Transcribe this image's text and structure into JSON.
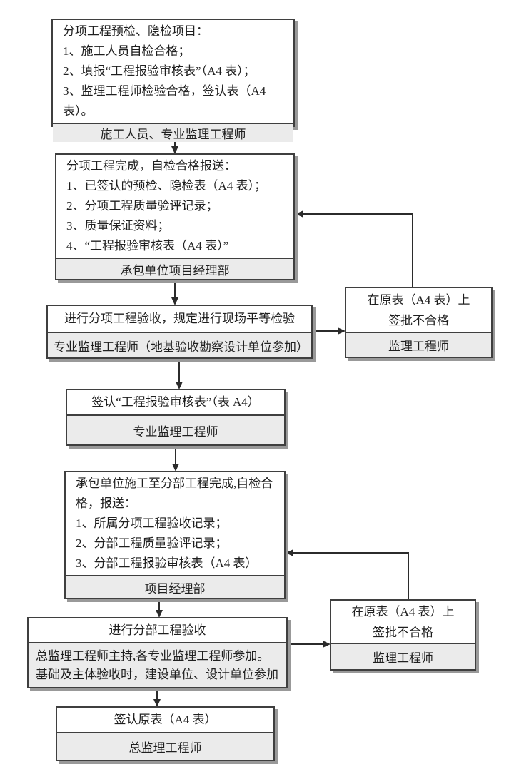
{
  "diagram": {
    "box1": {
      "lines": [
        "分项工程预检、隐检项目：",
        "1、施工人员自检合格；",
        "2、填报“工程报验审核表”（A4 表）；",
        "3、监理工程师检验合格，签认表（A4 表）。"
      ],
      "footer": "施工人员、专业监理工程师"
    },
    "box2": {
      "lines": [
        "分项工程完成，自检合格报送：",
        "1、已签认的预检、隐检表（A4 表）；",
        "2、分项工程质量验评记录；",
        "3、质量保证资料；",
        "4、“工程报验审核表（A4 表）”"
      ],
      "footer": "承包单位项目经理部"
    },
    "box3": {
      "title": "进行分项工程验收，规定进行现场平等检验",
      "footer": "专业监理工程师（地基验收勘察设计单位参加）"
    },
    "side1": {
      "line1": "在原表（A4 表）上",
      "line2": "签批不合格",
      "footer": "监理工程师"
    },
    "box4": {
      "title": "签认“工程报验审核表”（表 A4）",
      "footer": "专业监理工程师"
    },
    "box5": {
      "lines": [
        "承包单位施工至分部工程完成,自检合格，报送：",
        "1、所属分项工程验收记录；",
        "2、分部工程质量验评记录；",
        "3、分部工程报验审核表（A4 表）"
      ],
      "footer": "项目经理部"
    },
    "box6": {
      "title": "进行分部工程验收",
      "footer": "总监理工程师主持,各专业监理工程师参加。基础及主体验收时，建设单位、设计单位参加"
    },
    "side2": {
      "line1": "在原表（A4 表）上",
      "line2": "签批不合格",
      "footer": "监理工程师"
    },
    "box7": {
      "title": "签认原表（A4 表）",
      "footer": "总监理工程师"
    },
    "colors": {
      "box_border": "#3f3f3f",
      "box_shadow": "#999999",
      "footer_bg": "#ebebeb",
      "connector": "#2b2b2b",
      "text": "#1f1f1f",
      "background": "#ffffff"
    }
  }
}
